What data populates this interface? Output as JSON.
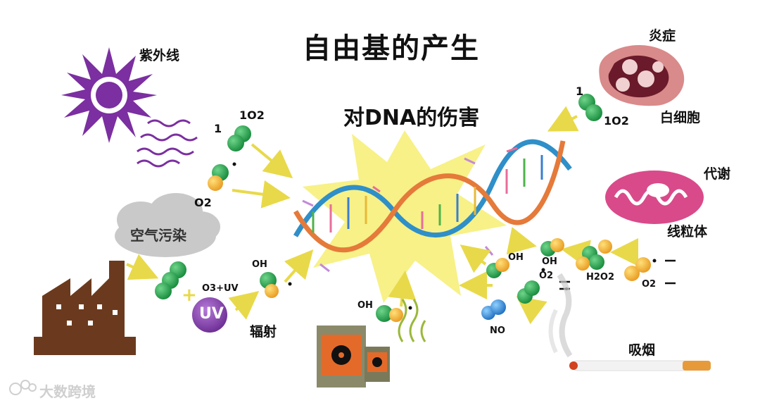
{
  "title": "自由基的产生",
  "center_label": "对DNA的伤害",
  "sources": {
    "uv": "紫外线",
    "air_pollution": "空气污染",
    "radiation": "辐射",
    "inflammation": "炎症",
    "white_cell": "白细胞",
    "metabolism": "代谢",
    "mitochondria": "线粒体",
    "smoking": "吸烟"
  },
  "molecules": {
    "singlet_o2_left": "1O2",
    "singlet_one_left": "1",
    "o2_left": "O2",
    "o3_uv": "O3+UV",
    "uv_ball": "UV",
    "oh_left": "OH",
    "oh_bottom": "OH",
    "singlet_o2_right": "1O2",
    "singlet_one_right": "1",
    "oh_right1": "OH",
    "oh_right2": "OH",
    "o2_right": "O2",
    "h2o2": "H2O2",
    "o2_far_right": "O2",
    "no": "NO"
  },
  "watermark": "大数跨境",
  "colors": {
    "sun": "#7b2fa0",
    "star": "#f4ee6a",
    "atom_green": "#1f9e4a",
    "atom_orange": "#f3b43a",
    "atom_blue": "#2a7fd0",
    "arrow": "#e8d94a",
    "factory": "#6b3a1e",
    "dna_a": "#2f8fc8",
    "dna_b": "#e57a3a"
  },
  "icons": [
    "sun-icon",
    "cloud-icon",
    "factory-icon",
    "radiation-barrel-icon",
    "cigarette-icon",
    "cell-icon",
    "mitochondria-icon",
    "dna-icon"
  ]
}
